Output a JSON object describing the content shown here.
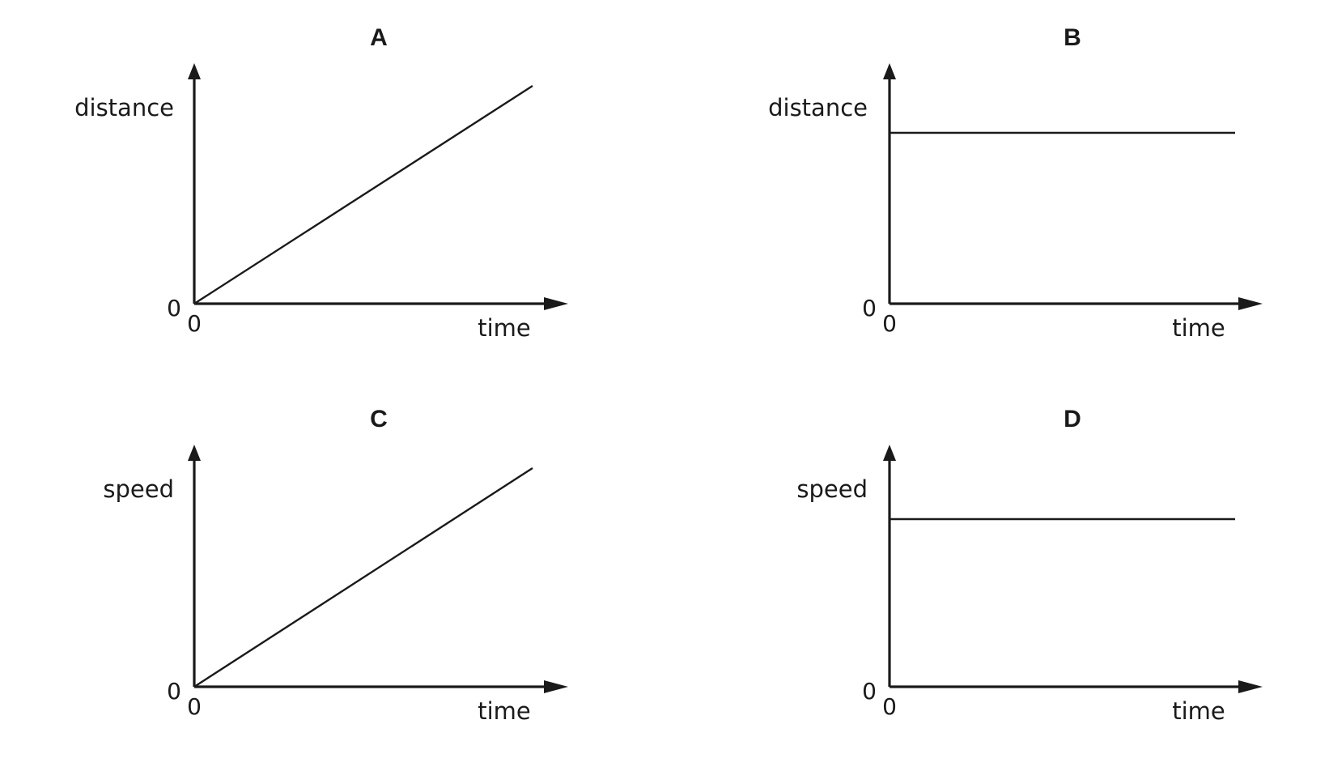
{
  "graphs": [
    {
      "title": "A",
      "y_label": "distance",
      "x_label": "time",
      "y_origin_label": "0",
      "x_origin_label": "0",
      "line_shape": "rising",
      "level": null
    },
    {
      "title": "B",
      "y_label": "distance",
      "x_label": "time",
      "y_origin_label": "0",
      "x_origin_label": "0",
      "line_shape": "constant",
      "level": 0.73
    },
    {
      "title": "C",
      "y_label": "speed",
      "x_label": "time",
      "y_origin_label": "0",
      "x_origin_label": "0",
      "line_shape": "rising",
      "level": null
    },
    {
      "title": "D",
      "y_label": "speed",
      "x_label": "time",
      "y_origin_label": "0",
      "x_origin_label": "0",
      "line_shape": "constant",
      "level": 0.71
    }
  ]
}
